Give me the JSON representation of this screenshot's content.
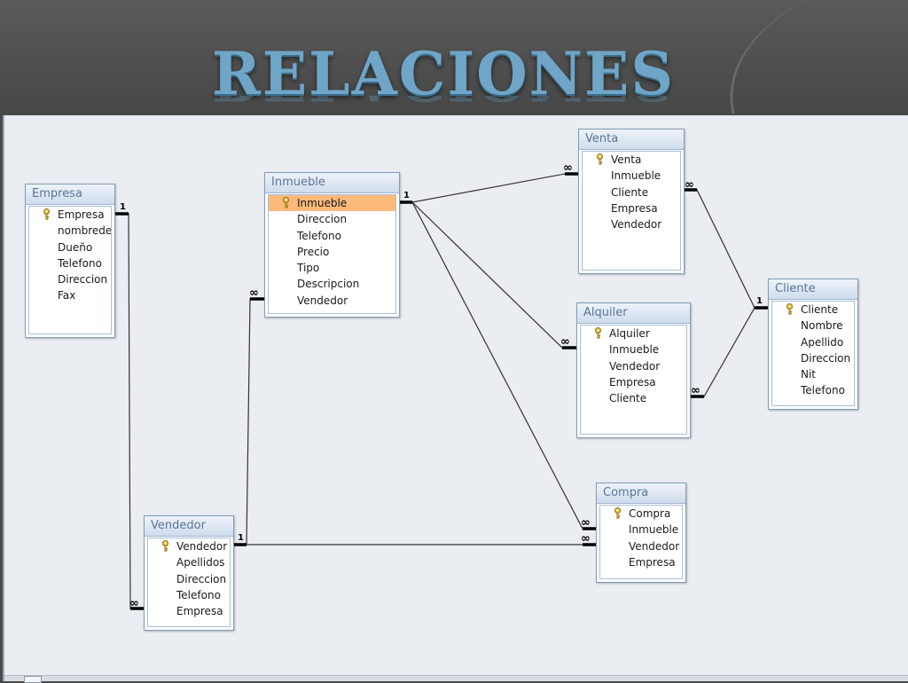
{
  "title": "RELACIONES",
  "colors": {
    "title": "#6fa6c8",
    "header_bg": "#4a4a4a",
    "canvas_bg": "#eaedf2",
    "selected_row": "#fbb97a"
  },
  "tables": {
    "empresa": {
      "name": "Empresa",
      "fields": [
        "Empresa",
        "nombredeempresa",
        "Dueño",
        "Telefono",
        "Direccion",
        "Fax"
      ]
    },
    "inmueble": {
      "name": "Inmueble",
      "fields": [
        "Inmueble",
        "Direccion",
        "Telefono",
        "Precio",
        "Tipo",
        "Descripcion",
        "Vendedor"
      ]
    },
    "venta": {
      "name": "Venta",
      "fields": [
        "Venta",
        "Inmueble",
        "Cliente",
        "Empresa",
        "Vendedor"
      ]
    },
    "alquiler": {
      "name": "Alquiler",
      "fields": [
        "Alquiler",
        "Inmueble",
        "Vendedor",
        "Empresa",
        "Cliente"
      ]
    },
    "cliente": {
      "name": "Cliente",
      "fields": [
        "Cliente",
        "Nombre",
        "Apellido",
        "Direccion",
        "Nit",
        "Telefono"
      ]
    },
    "compra": {
      "name": "Compra",
      "fields": [
        "Compra",
        "Inmueble",
        "Vendedor",
        "Empresa"
      ]
    },
    "vendedor": {
      "name": "Vendedor",
      "fields": [
        "Vendedor",
        "Apellidos",
        "Direccion",
        "Telefono",
        "Empresa"
      ]
    }
  },
  "cardinality": {
    "one": "1",
    "many": "∞"
  },
  "icons": {
    "primary_key": "key-icon"
  }
}
